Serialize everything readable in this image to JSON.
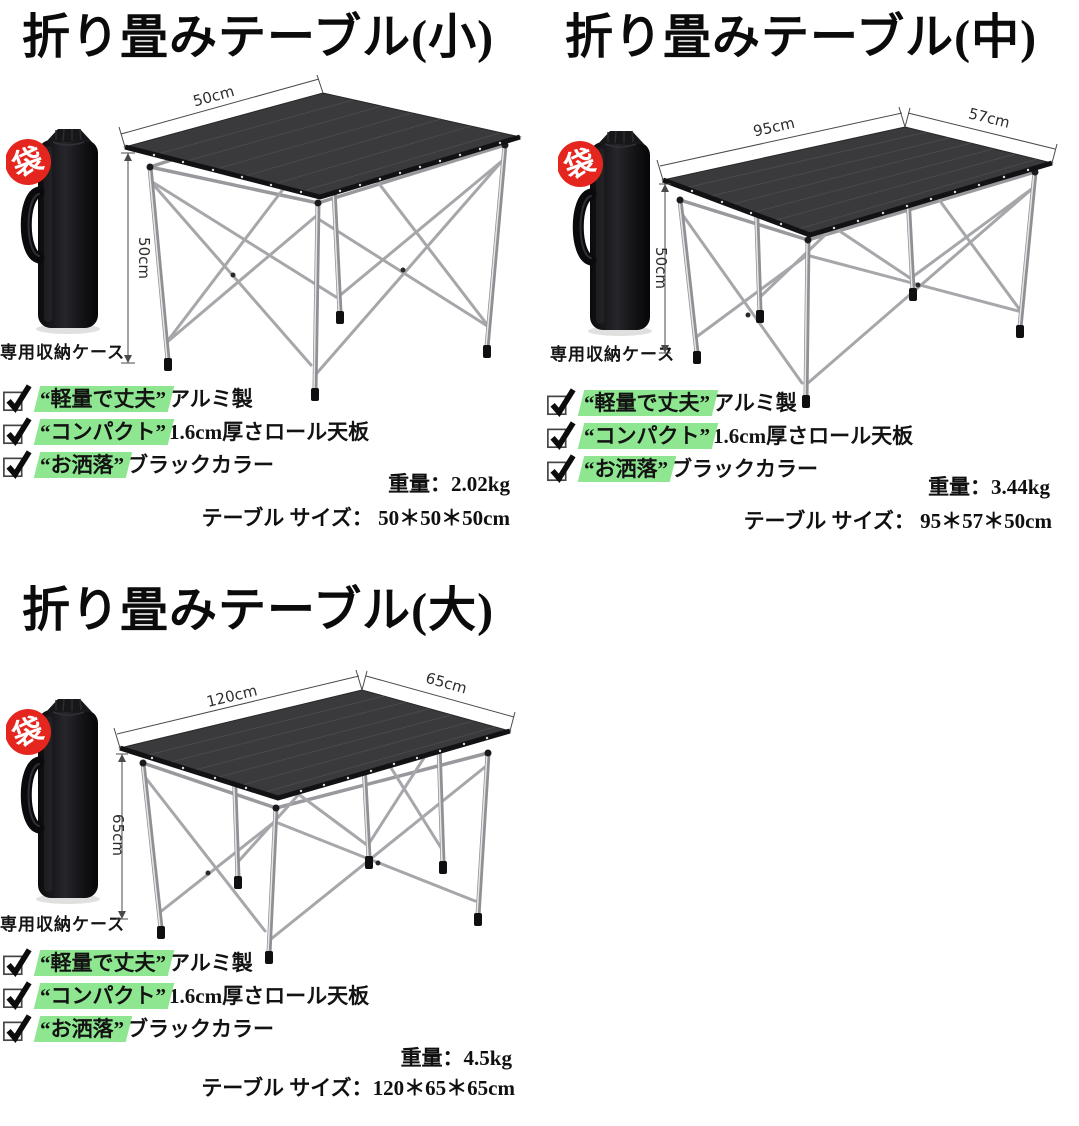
{
  "colors": {
    "background": "#ffffff",
    "text": "#111111",
    "highlight_green": "#8ee690",
    "badge_red": "#e5261f",
    "tabletop_gray": "#3a3a3d",
    "leg_silver": "#9fa0a4"
  },
  "sections": [
    {
      "title": "折り畳みテーブル(小)",
      "bag": {
        "badge": "袋",
        "label": "専用収納ケース"
      },
      "dims": {
        "edge": "50cm",
        "height": "50cm"
      },
      "features": [
        {
          "tag": "“軽量で丈夫”",
          "rest": "アルミ製"
        },
        {
          "tag": "“コンパクト”",
          "rest": "1.6cm厚さロール天板"
        },
        {
          "tag": "“お洒落”",
          "rest": "ブラックカラー"
        }
      ],
      "weight": "重量：2.02kg",
      "size": "テーブル サイズ： 50＊50＊50cm"
    },
    {
      "title": "折り畳みテーブル(中)",
      "bag": {
        "badge": "袋",
        "label": "専用収納ケース"
      },
      "dims": {
        "edge_left": "95cm",
        "edge_right": "57cm",
        "height": "50cm"
      },
      "features": [
        {
          "tag": "“軽量で丈夫”",
          "rest": "アルミ製"
        },
        {
          "tag": "“コンパクト”",
          "rest": "1.6cm厚さロール天板"
        },
        {
          "tag": "“お洒落”",
          "rest": "ブラックカラー"
        }
      ],
      "weight": "重量：3.44kg",
      "size": "テーブル サイズ： 95＊57＊50cm"
    },
    {
      "title": "折り畳みテーブル(大)",
      "bag": {
        "badge": "袋",
        "label": "専用収納ケース"
      },
      "dims": {
        "edge_left": "120cm",
        "edge_right": "65cm",
        "height": "65cm"
      },
      "features": [
        {
          "tag": "“軽量で丈夫”",
          "rest": "アルミ製"
        },
        {
          "tag": "“コンパクト”",
          "rest": "1.6cm厚さロール天板"
        },
        {
          "tag": "“お洒落”",
          "rest": "ブラックカラー"
        }
      ],
      "weight": "重量：4.5kg",
      "size": "テーブル サイズ：120＊65＊65cm"
    }
  ]
}
